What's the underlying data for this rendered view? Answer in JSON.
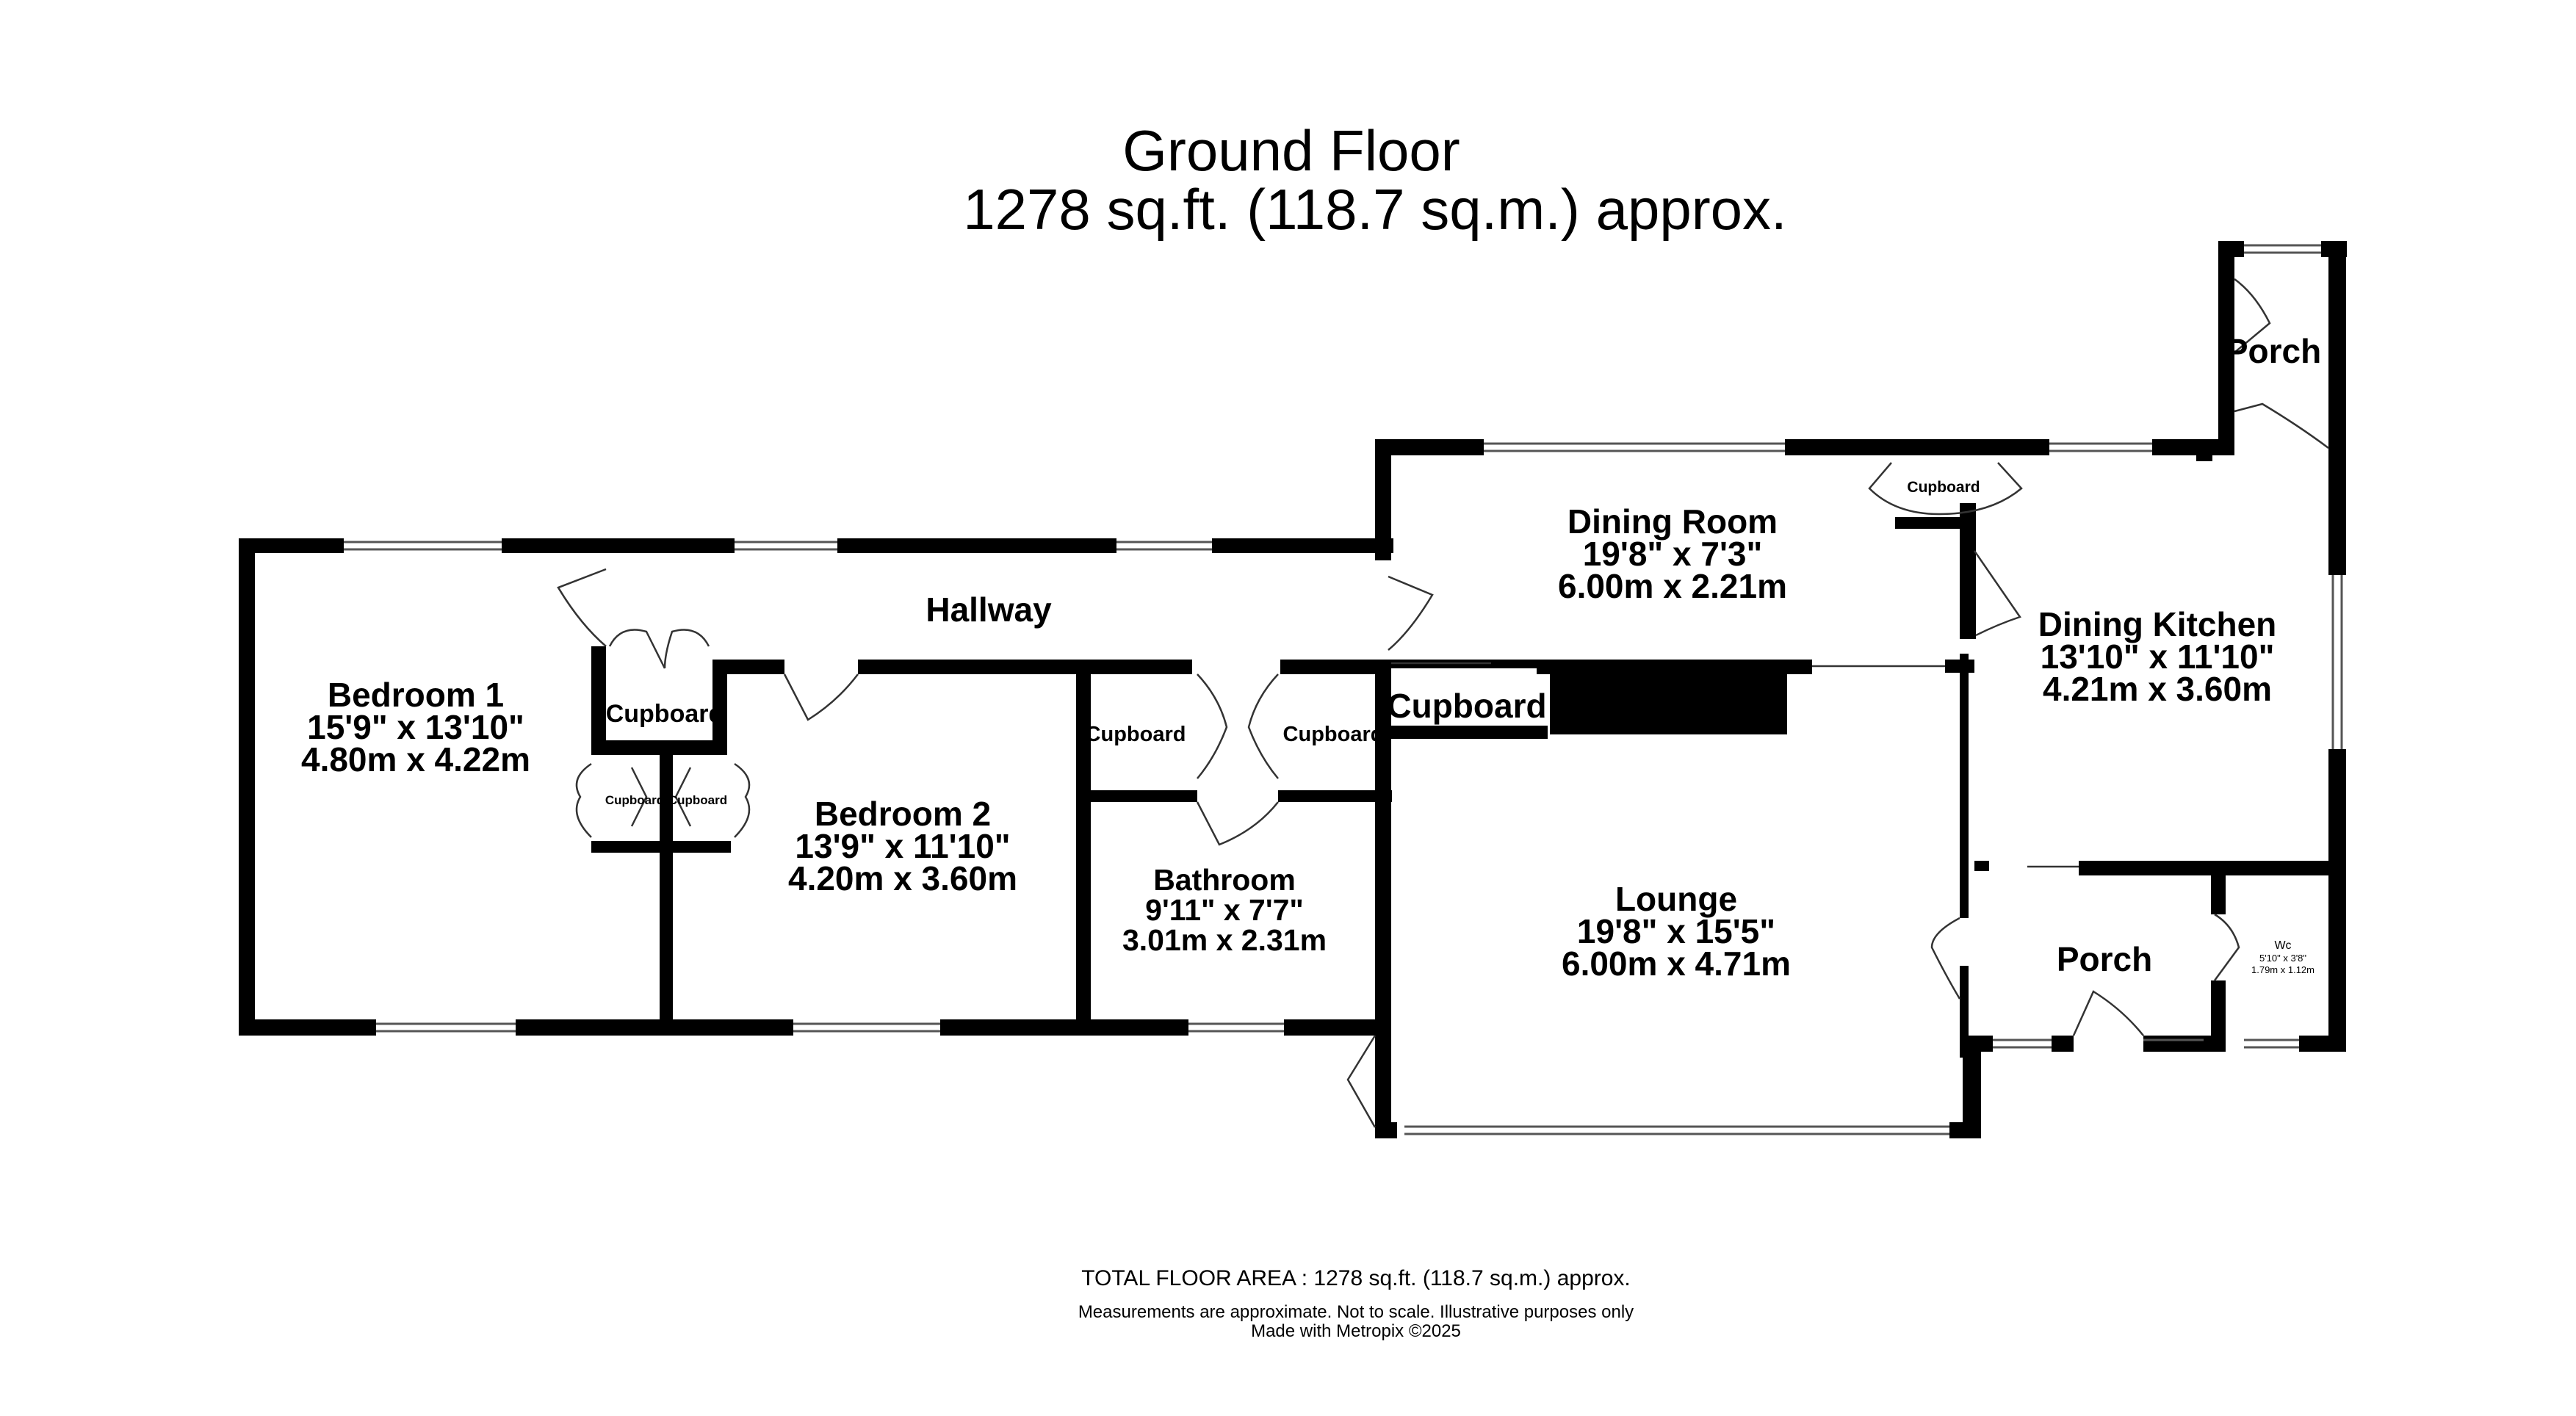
{
  "header": {
    "floor_name": "Ground Floor",
    "floor_area": "1278 sq.ft. (118.7 sq.m.) approx."
  },
  "rooms": {
    "bedroom1": {
      "name": "Bedroom 1",
      "imperial": "15'9\"  x 13'10\"",
      "metric": "4.80m  x 4.22m"
    },
    "hallway": {
      "name": "Hallway"
    },
    "bedroom2": {
      "name": "Bedroom 2",
      "imperial": "13'9\"  x 11'10\"",
      "metric": "4.20m  x 3.60m"
    },
    "bathroom": {
      "name": "Bathroom",
      "imperial": "9'11\"  x 7'7\"",
      "metric": "3.01m  x 2.31m"
    },
    "dining_room": {
      "name": "Dining Room",
      "imperial": "19'8\"  x 7'3\"",
      "metric": "6.00m  x 2.21m"
    },
    "lounge": {
      "name": "Lounge",
      "imperial": "19'8\"  x 15'5\"",
      "metric": "6.00m  x 4.71m"
    },
    "dining_kitchen": {
      "name": "Dining Kitchen",
      "imperial": "13'10\"  x 11'10\"",
      "metric": "4.21m  x 3.60m"
    },
    "porch_top": {
      "name": "Porch"
    },
    "porch_bottom": {
      "name": "Porch"
    },
    "wc": {
      "name": "Wc",
      "imperial": "5'10\" x 3'8\"",
      "metric": "1.79m  x 1.12m"
    }
  },
  "cupboards": {
    "hall_cupboard": "Cupboard",
    "bed1_cupboard_a": "Cupboard",
    "bed1_cupboard_b": "Cupboard",
    "bath_cupboard_a": "Cupboard",
    "bath_cupboard_b": "Cupboard",
    "lounge_cupboard": "Cupboard",
    "dining_cupboard": "Cupboard"
  },
  "footer": {
    "total_area": "TOTAL FLOOR AREA : 1278 sq.ft. (118.7 sq.m.) approx.",
    "disclaimer": "Measurements are approximate.  Not to scale.  Illustrative purposes only",
    "credit": "Made with Metropix ©2025"
  }
}
